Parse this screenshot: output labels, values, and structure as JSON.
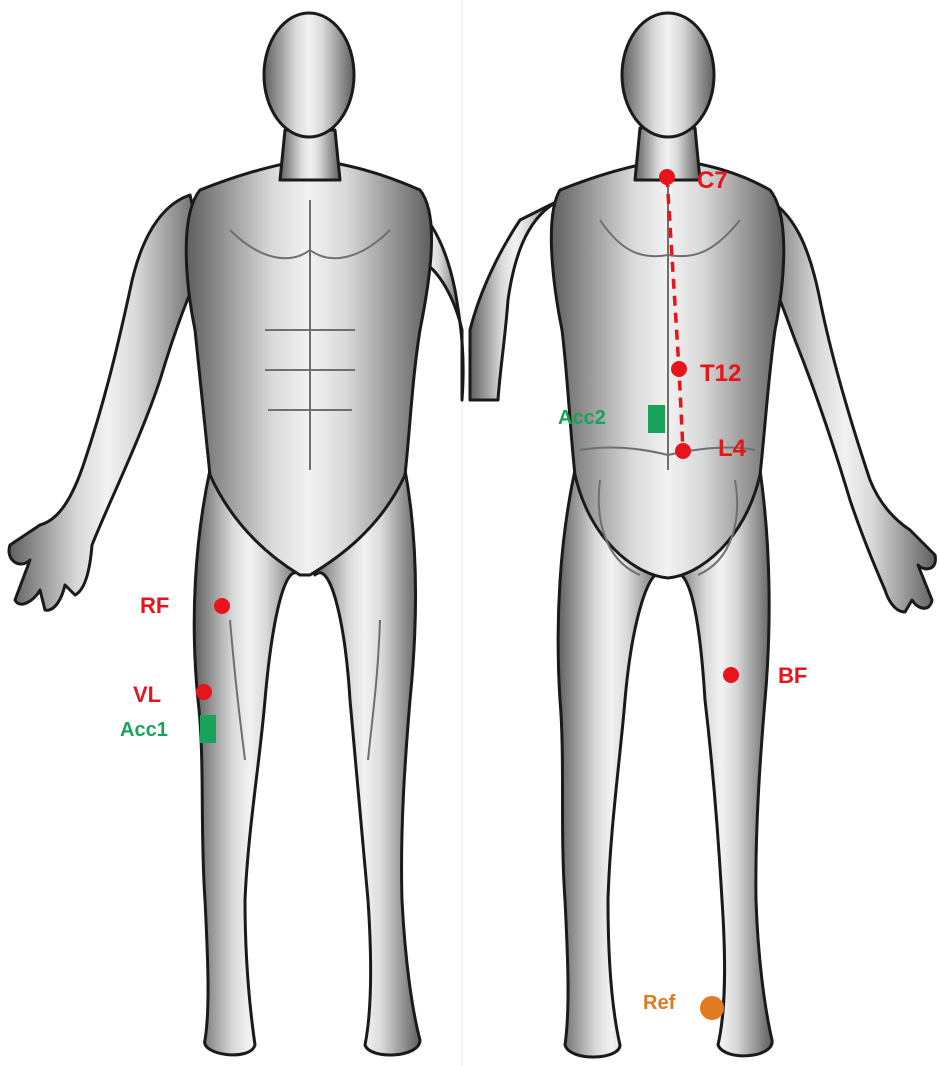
{
  "figure": {
    "front_view": {
      "markers": [
        {
          "label": "RF",
          "kind": "emg-electrode",
          "color": "#e8141b"
        },
        {
          "label": "VL",
          "kind": "emg-electrode",
          "color": "#e8141b"
        },
        {
          "label": "Acc1",
          "kind": "accelerometer",
          "color": "#19a35a"
        }
      ]
    },
    "back_view": {
      "spine_markers": [
        {
          "label": "C7",
          "kind": "landmark",
          "color": "#e8141b"
        },
        {
          "label": "T12",
          "kind": "landmark",
          "color": "#e8141b"
        },
        {
          "label": "L4",
          "kind": "landmark",
          "color": "#e8141b"
        }
      ],
      "markers": [
        {
          "label": "Acc2",
          "kind": "accelerometer",
          "color": "#19a35a"
        },
        {
          "label": "BF",
          "kind": "emg-electrode",
          "color": "#e8141b"
        },
        {
          "label": "Ref",
          "kind": "reference-electrode",
          "color": "#e07b21"
        }
      ]
    },
    "spine_line_style": "dashed",
    "body_illustration": "anatomical muscle figure (front and back)"
  }
}
